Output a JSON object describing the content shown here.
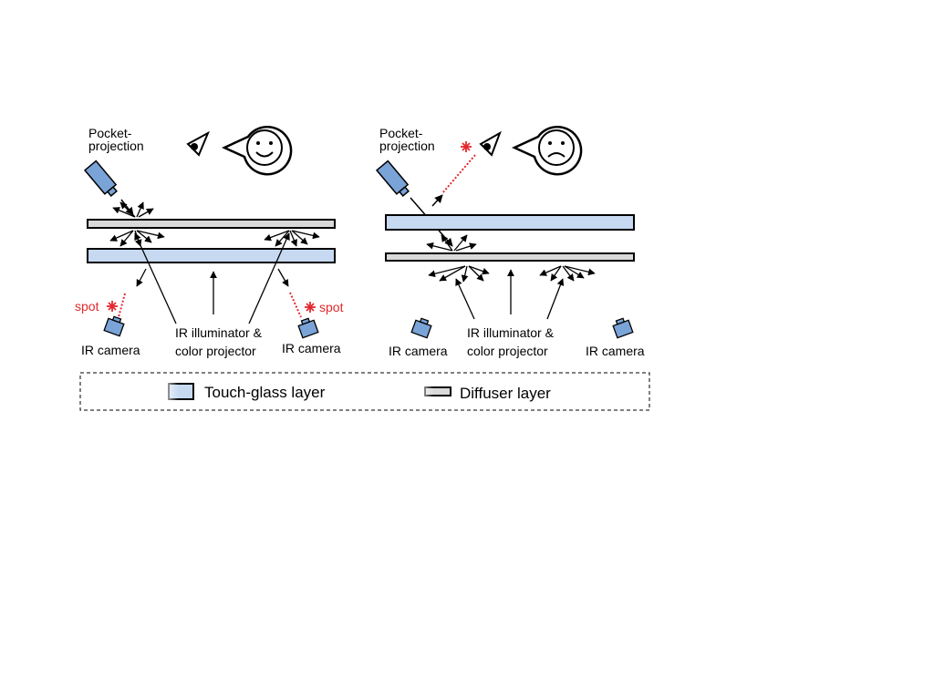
{
  "colors": {
    "touch_glass": "#c6d9f1",
    "diffuser": "#d9d9d9",
    "device": "#7aa3d8",
    "spot": "#e3292e",
    "ink": "#000000"
  },
  "left_panel": {
    "pocket_label_line1": "Pocket-",
    "pocket_label_line2": "projection",
    "face": "smiley-face-icon",
    "spot_left": "spot",
    "spot_right": "spot",
    "camera_left": "IR camera",
    "camera_right": "IR camera",
    "illuminator_line1": "IR illuminator &",
    "illuminator_line2": "color projector"
  },
  "right_panel": {
    "pocket_label_line1": "Pocket-",
    "pocket_label_line2": "projection",
    "face": "frowny-face-icon",
    "camera_left": "IR camera",
    "camera_right": "IR camera",
    "illuminator_line1": "IR illuminator &",
    "illuminator_line2": "color projector"
  },
  "legend": {
    "touch_glass": "Touch-glass layer",
    "diffuser": "Diffuser layer"
  }
}
